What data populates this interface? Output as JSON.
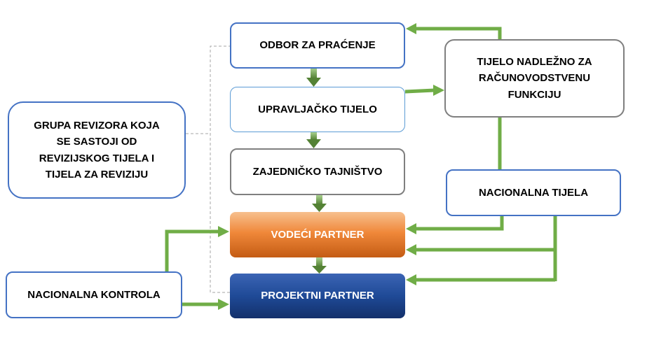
{
  "boxes": {
    "odbor": "ODBOR ZA PRAĆENJE",
    "upravljacko": "UPRAVLJAČKO TIJELO",
    "zajednicko": "ZAJEDNIČKO TAJNIŠTVO",
    "vodeci": "VODEĆI PARTNER",
    "projektni": "PROJEKTNI PARTNER",
    "grupa_revizora": "GRUPA REVIZORA KOJA\nSE SASTOJI OD\nREVIZIJSKOG TIJELA I\nTIJELA ZA REVIZIJU",
    "tijelo_nadlezno": "TIJELO NADLEŽNO ZA\nRAČUNOVODSTVENU\nFUNKCIJU",
    "nacionalna_tijela": "NACIONALNA TIJELA",
    "nacionalna_kontrola": "NACIONALNA KONTROLA"
  },
  "colors": {
    "arrow": "#70ad47",
    "dashed_line": "#a6a6a6",
    "box_border_blue": "#4472c4",
    "box_border_gray": "#7f7f7f",
    "vodeci_fill": "#f0883a",
    "projektni_fill": "#1f4a97"
  }
}
